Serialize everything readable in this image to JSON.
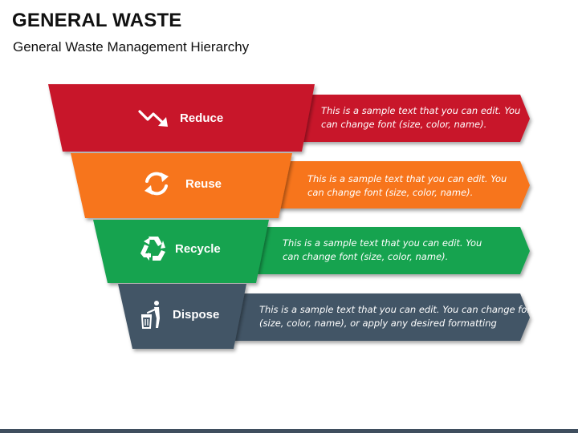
{
  "header": {
    "title": "GENERAL WASTE",
    "subtitle": "General Waste Management Hierarchy"
  },
  "levels": [
    {
      "label": "Reduce",
      "icon": "trend-down-icon",
      "color": "#c8192b",
      "description_lines": [
        "This is a sample text that you can edit. You",
        "can change font (size, color, name)."
      ]
    },
    {
      "label": "Reuse",
      "icon": "refresh-icon",
      "color": "#f7741c",
      "description_lines": [
        "This is a sample text that you can edit. You",
        "can change font (size, color, name)."
      ]
    },
    {
      "label": "Recycle",
      "icon": "recycle-icon",
      "color": "#16a34f",
      "description_lines": [
        "This is a sample text that you can edit. You",
        "can change font (size, color, name)."
      ]
    },
    {
      "label": "Dispose",
      "icon": "trash-disposal-icon",
      "color": "#435566",
      "description_lines": [
        "This is a sample text that you can edit. You can change font",
        "(size, color, name), or apply any desired formatting"
      ]
    }
  ]
}
